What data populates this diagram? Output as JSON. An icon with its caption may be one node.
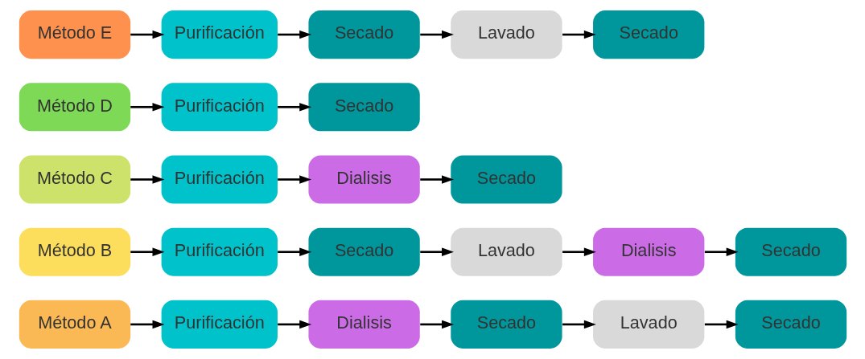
{
  "diagram": {
    "nodes": [
      {
        "text": [
          "Método A"
        ]
      },
      {
        "text": [
          "Purificación"
        ]
      },
      {
        "text": [
          "Dialisis"
        ]
      },
      {
        "text": [
          "Secado"
        ]
      },
      {
        "text": [
          "Lavado"
        ]
      },
      {
        "text": [
          "Secado"
        ]
      },
      {
        "text": [
          "Método B"
        ]
      },
      {
        "text": [
          "Purificación"
        ]
      },
      {
        "text": [
          "Secado"
        ]
      },
      {
        "text": [
          "Lavado"
        ]
      },
      {
        "text": [
          "Dialisis"
        ]
      },
      {
        "text": [
          "Secado"
        ]
      },
      {
        "text": [
          "Método C"
        ]
      },
      {
        "text": [
          "Purificación"
        ]
      },
      {
        "text": [
          "Dialisis"
        ]
      },
      {
        "text": [
          "Secado"
        ]
      },
      {
        "text": [
          "Método D"
        ]
      },
      {
        "text": [
          "Purificación"
        ]
      },
      {
        "text": [
          "Secado"
        ]
      },
      {
        "text": [
          "Método E"
        ]
      },
      {
        "text": [
          "Purificación"
        ]
      },
      {
        "text": [
          "Secado"
        ]
      },
      {
        "text": [
          "Lavado"
        ]
      },
      {
        "text": [
          "Secado"
        ]
      }
    ],
    "edges": [
      {
        "from": 0,
        "to": 1,
        "arrow": "to"
      },
      {
        "from": 1,
        "to": 2,
        "arrow": "to"
      },
      {
        "from": 2,
        "to": 3,
        "arrow": "to"
      },
      {
        "from": 3,
        "to": 4,
        "arrow": "to"
      },
      {
        "from": 4,
        "to": 5,
        "arrow": "to"
      },
      {
        "from": 6,
        "to": 7,
        "arrow": "to"
      },
      {
        "from": 7,
        "to": 8,
        "arrow": "to"
      },
      {
        "from": 8,
        "to": 9,
        "arrow": "to"
      },
      {
        "from": 9,
        "to": 10,
        "arrow": "to"
      },
      {
        "from": 10,
        "to": 11,
        "arrow": "to"
      },
      {
        "from": 12,
        "to": 13,
        "arrow": "to"
      },
      {
        "from": 13,
        "to": 14,
        "arrow": "to"
      },
      {
        "from": 14,
        "to": 15,
        "arrow": "to"
      },
      {
        "from": 16,
        "to": 17,
        "arrow": "to"
      },
      {
        "from": 17,
        "to": 18,
        "arrow": "to"
      },
      {
        "from": 19,
        "to": 20,
        "arrow": "to"
      },
      {
        "from": 20,
        "to": 21,
        "arrow": "to"
      },
      {
        "from": 21,
        "to": 22,
        "arrow": "to"
      },
      {
        "from": 22,
        "to": 23,
        "arrow": "to"
      }
    ]
  }
}
